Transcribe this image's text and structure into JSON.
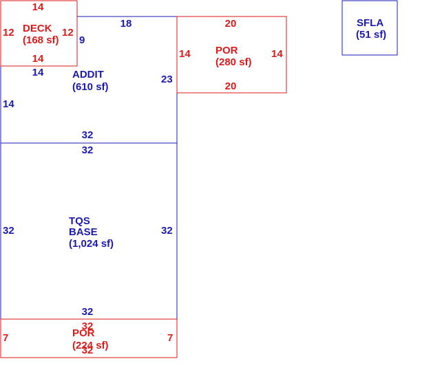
{
  "colors": {
    "red": "#dd1a1a",
    "blue": "#1a1aaf",
    "background": "#ffffff"
  },
  "areas": {
    "deck": {
      "name": "DECK",
      "area": "(168 sf)",
      "dims": {
        "top": "14",
        "bottom": "14",
        "left": "12",
        "right": "12"
      }
    },
    "addit": {
      "name": "ADDIT",
      "area": "(610 sf)",
      "dims": {
        "top": "18",
        "bottom": "32",
        "left": "14",
        "right": "23",
        "inner_left": "14",
        "notch": "9"
      }
    },
    "por_right": {
      "name": "POR",
      "area": "(280 sf)",
      "dims": {
        "top": "20",
        "bottom": "20",
        "left": "14",
        "right": "14"
      }
    },
    "sfla": {
      "name": "SFLA",
      "area": "(51 sf)"
    },
    "tqs_base": {
      "name_line1": "TQS",
      "name_line2": "BASE",
      "area": "(1,024 sf)",
      "dims": {
        "top": "32",
        "bottom": "32",
        "left": "32",
        "right": "32"
      }
    },
    "por_bottom": {
      "name": "POR",
      "area": "(224 sf)",
      "dims": {
        "top": "32",
        "bottom": "32",
        "left": "7",
        "right": "7"
      }
    }
  }
}
